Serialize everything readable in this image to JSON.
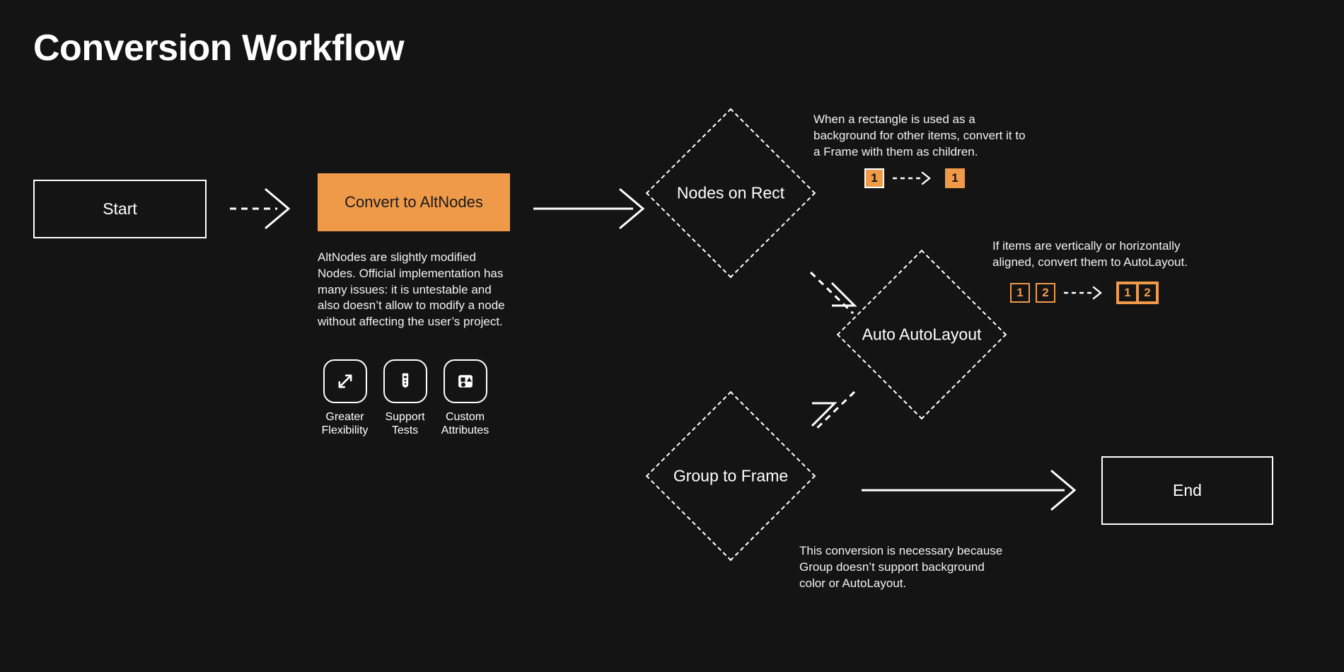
{
  "page": {
    "title": "Conversion Workflow",
    "background_color": "#141414",
    "accent_color": "#ef9a49",
    "text_color": "#ffffff"
  },
  "nodes": {
    "start": {
      "label": "Start"
    },
    "convert": {
      "label": "Convert to AltNodes"
    },
    "nodes_on_rect": {
      "label": "Nodes on Rect"
    },
    "auto_autolayout": {
      "label": "Auto AutoLayout"
    },
    "group_to_frame": {
      "label": "Group to Frame"
    },
    "end": {
      "label": "End"
    }
  },
  "convert_details": {
    "description": "AltNodes are slightly modified Nodes. Official implementation has many issues: it is untestable and also doesn’t allow to modify a node without affecting the user’s project.",
    "features": [
      {
        "icon": "expand-arrows-icon",
        "label": "Greater\nFlexibility"
      },
      {
        "icon": "test-tube-icon",
        "label": "Support\nTests"
      },
      {
        "icon": "shapes-icon",
        "label": "Custom\nAttributes"
      }
    ]
  },
  "annotations": {
    "nodes_on_rect": {
      "text": "When a rectangle is used as a background for other items, convert it to a Frame with them as children.",
      "before": [
        {
          "value": "1",
          "style": "filled-outline"
        }
      ],
      "after": [
        {
          "value": "1",
          "style": "filled"
        }
      ]
    },
    "auto_autolayout": {
      "text": "If items are vertically or horizontally aligned, convert them to AutoLayout.",
      "before": [
        {
          "value": "1",
          "style": "outline"
        },
        {
          "value": "2",
          "style": "outline"
        }
      ],
      "after": [
        {
          "value": "1",
          "style": "outline"
        },
        {
          "value": "2",
          "style": "outline"
        }
      ]
    },
    "group_to_frame": {
      "text": "This conversion is necessary because Group doesn’t support background color or AutoLayout."
    }
  }
}
